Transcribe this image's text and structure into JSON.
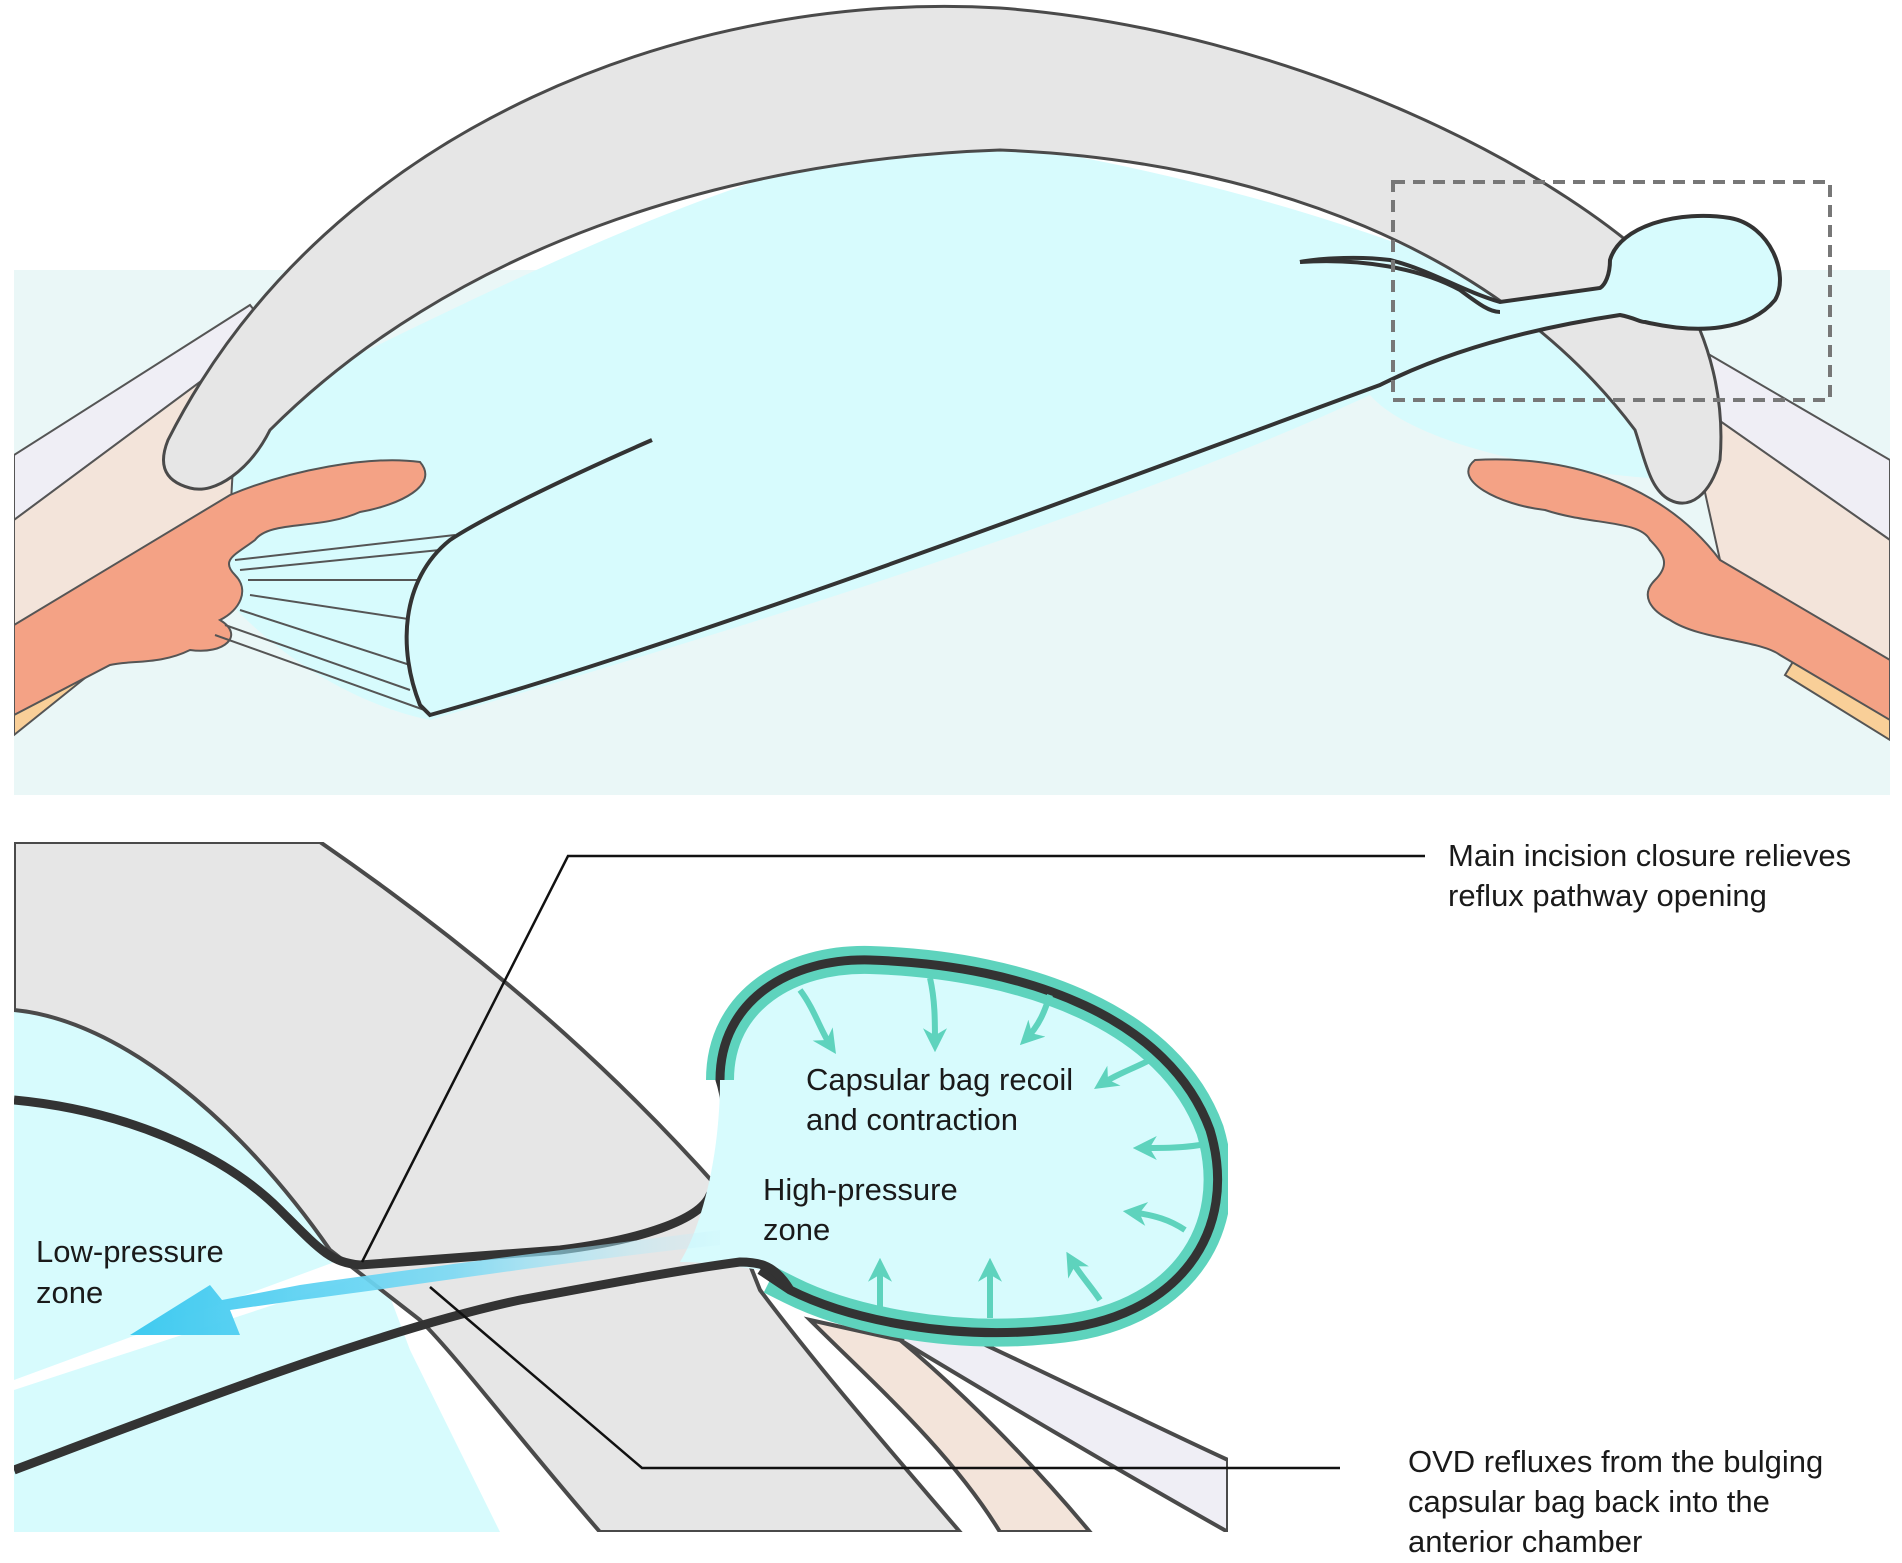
{
  "labels": {
    "main_incision": [
      "Main incision closure relieves",
      "reflux pathway opening"
    ],
    "bag_recoil": [
      "Capsular bag recoil",
      "and contraction"
    ],
    "high_pressure": [
      "High-pressure",
      "zone"
    ],
    "low_pressure": [
      "Low-pressure",
      "zone"
    ],
    "ovd_reflux": [
      "OVD refluxes from the bulging",
      "capsular bag back into the",
      "anterior chamber"
    ]
  },
  "colors": {
    "cornea": "#e6e6e6",
    "aqueous": "#d7fbfd",
    "vitreous": "#eaf7f7",
    "iris": "#f4a285",
    "sclera": "#f3e4da",
    "conjunctiva": "#efeef5",
    "ciliary": "#f9cf98",
    "capsule_outline": "#333333",
    "bag_recoil": "#5ed3bd",
    "flow_arrow": "#4cd0f0",
    "inset_box": "#777777"
  }
}
